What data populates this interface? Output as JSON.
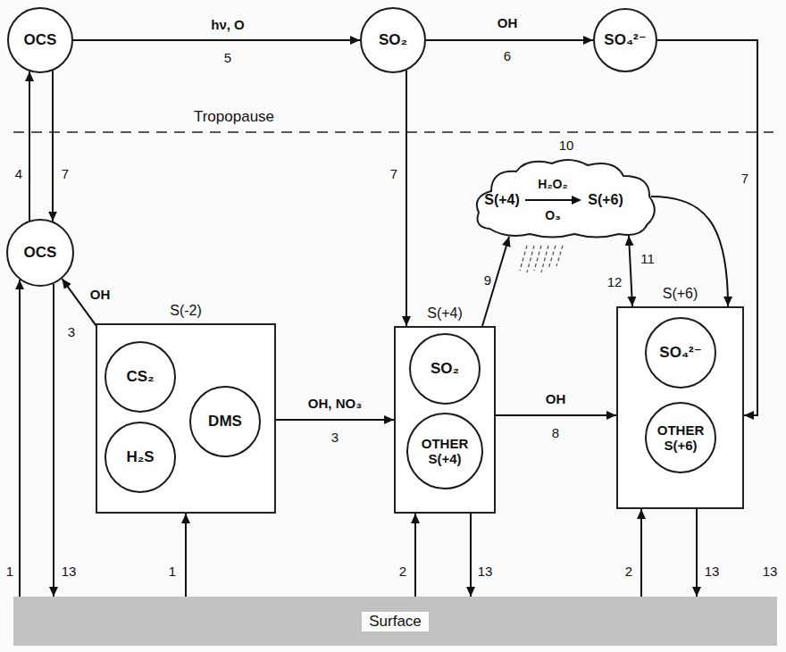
{
  "diagram": {
    "nodes": [
      {
        "text": [
          "OCS"
        ]
      },
      {
        "text": [
          "SO₂"
        ]
      },
      {
        "text": [
          "SO₄²⁻"
        ]
      },
      {
        "text": [
          "OCS"
        ]
      },
      {
        "text": [
          "S(+4)",
          "H₂O₂",
          "O₃",
          "S(+6)"
        ]
      },
      {
        "text": [
          "S(-2)"
        ]
      },
      {
        "text": [
          "CS₂"
        ],
        "in": 5
      },
      {
        "text": [
          "H₂S"
        ],
        "in": 5
      },
      {
        "text": [
          "DMS"
        ],
        "in": 5
      },
      {
        "text": [
          "S(+4)"
        ]
      },
      {
        "text": [
          "SO₂"
        ],
        "in": 9
      },
      {
        "text": [
          "OTHER S(+4)"
        ],
        "in": 9
      },
      {
        "text": [
          "S(+6)"
        ]
      },
      {
        "text": [
          "SO₄²⁻"
        ],
        "in": 12
      },
      {
        "text": [
          "OTHER S(+6)"
        ],
        "in": 12
      },
      {
        "text": [
          "Surface"
        ]
      }
    ],
    "edges": [
      {
        "from": 0,
        "to": 1,
        "arrow": "to",
        "label": "hν, O"
      },
      {
        "from": 1,
        "to": 2,
        "arrow": "to",
        "label": "OH"
      },
      {
        "from": 3,
        "to": 0,
        "arrow": "to",
        "label": "4"
      },
      {
        "from": 0,
        "to": 3,
        "arrow": "to",
        "label": "7"
      },
      {
        "from": 1,
        "to": 9,
        "arrow": "to",
        "label": "7"
      },
      {
        "from": 2,
        "to": 12,
        "arrow": "to",
        "label": "7"
      },
      {
        "from": 6,
        "to": 3,
        "arrow": "to",
        "label": "OH"
      },
      {
        "from": 5,
        "to": 9,
        "arrow": "to",
        "label": "OH, NO₃"
      },
      {
        "from": 9,
        "to": 12,
        "arrow": "to",
        "label": "OH"
      },
      {
        "from": 9,
        "to": 4,
        "arrow": "to",
        "label": "9"
      },
      {
        "from": 4,
        "to": 12,
        "arrow": "to"
      },
      {
        "from": 4,
        "to": 12,
        "arrow": "both",
        "label": "11"
      },
      {
        "from": 15,
        "to": 3,
        "arrow": "to",
        "label": "1"
      },
      {
        "from": 3,
        "to": 15,
        "arrow": "to",
        "label": "13"
      },
      {
        "from": 15,
        "to": 5,
        "arrow": "to",
        "label": "1"
      },
      {
        "from": 15,
        "to": 9,
        "arrow": "to",
        "label": "2"
      },
      {
        "from": 9,
        "to": 15,
        "arrow": "to",
        "label": "13"
      },
      {
        "from": 15,
        "to": 12,
        "arrow": "to",
        "label": "2"
      },
      {
        "from": 12,
        "to": 15,
        "arrow": "to",
        "label": "13"
      }
    ],
    "labels": [
      "Tropopause",
      "5",
      "6",
      "3",
      "3",
      "8",
      "10",
      "12",
      "13"
    ]
  }
}
